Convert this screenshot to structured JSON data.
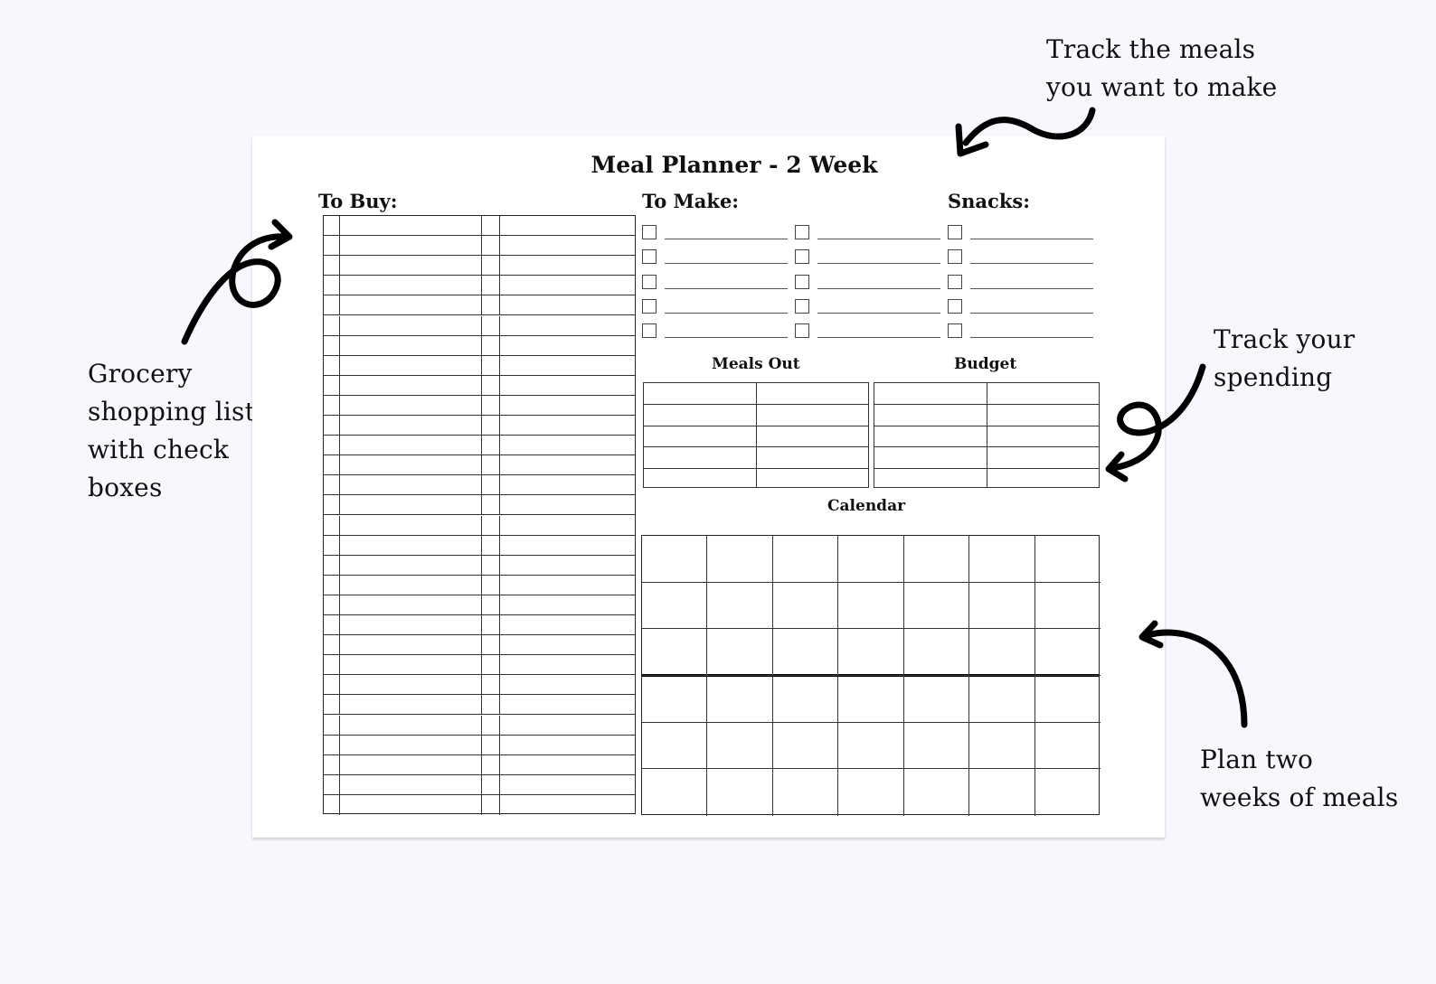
{
  "annotations": {
    "grocery": [
      "Grocery",
      "shopping list",
      "with check",
      "boxes"
    ],
    "meals": [
      "Track the meals",
      "you want to make"
    ],
    "spending": [
      "Track your",
      "spending"
    ],
    "plan": [
      "Plan two",
      "weeks of meals"
    ]
  },
  "planner": {
    "title": "Meal Planner - 2 Week",
    "to_buy_label": "To Buy:",
    "to_make_label": "To Make:",
    "snacks_label": "Snacks:",
    "meals_out_label": "Meals Out",
    "budget_label": "Budget",
    "calendar_label": "Calendar",
    "to_buy_rows": 30,
    "to_make_items": 10,
    "snack_items": 5,
    "table_rows": 5,
    "calendar_columns": 7,
    "calendar_weeks": 2,
    "calendar_rows_per_week": 3
  },
  "colors": {
    "background": "#f7f8fd",
    "sheet": "#ffffff",
    "ink": "#111111"
  },
  "icons": [
    "curved-arrow-icon",
    "checkbox-icon"
  ]
}
